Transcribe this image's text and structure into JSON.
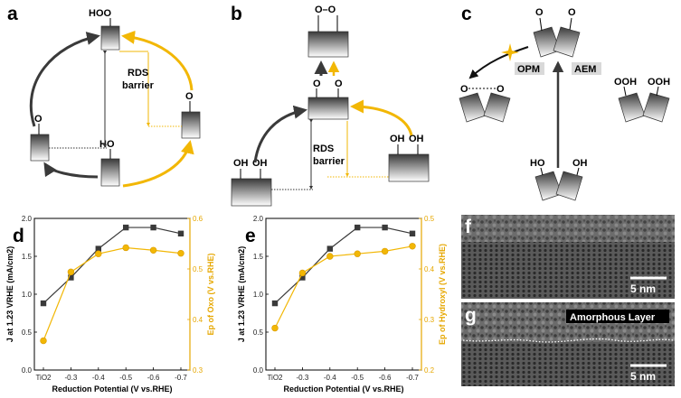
{
  "panels": {
    "a": {
      "label": "a",
      "top_label": "HOO",
      "right_label": "O",
      "left_label": "O",
      "bottom_label": "HO",
      "barrier": [
        "RDS",
        "barrier"
      ]
    },
    "b": {
      "label": "b",
      "top_label": "O–O",
      "mid_labels": [
        "O",
        "O"
      ],
      "left_labels": [
        "OH",
        "OH"
      ],
      "right_labels": [
        "OH",
        "OH"
      ],
      "barrier": [
        "RDS",
        "barrier"
      ]
    },
    "c": {
      "label": "c",
      "top_labels": [
        "O",
        "O"
      ],
      "opm": "OPM",
      "aem": "AEM",
      "left_labels": [
        "O",
        "O"
      ],
      "right_labels": [
        "OOH",
        "OOH"
      ],
      "bottom_labels": [
        "HO",
        "OH"
      ]
    },
    "d": {
      "label": "d",
      "y2label": "Ep of Oxo (V vs.RHE)"
    },
    "e": {
      "label": "e",
      "y2label": "Ep of Hydroxyl (V vs.RHE)"
    },
    "f": {
      "label": "f",
      "scale": "5 nm"
    },
    "g": {
      "label": "g",
      "scale": "5 nm",
      "annotation": "Amorphous Layer"
    }
  },
  "colors": {
    "dark": "#3a3a3a",
    "orange": "#f2b705"
  },
  "chart_data": [
    {
      "type": "line",
      "panel": "d",
      "categories": [
        "TiO2",
        "-0.3",
        "-0.4",
        "-0.5",
        "-0.6",
        "-0.7"
      ],
      "xlabel": "Reduction Potential (V vs.RHE)",
      "ylabel": "J at 1.23 VRHE (mA/cm2)",
      "y2label": "Ep of Oxo (V vs.RHE)",
      "ylim": [
        0.0,
        2.0
      ],
      "yticks": [
        "0.0",
        "0.5",
        "1.0",
        "1.5",
        "2.0"
      ],
      "y2lim": [
        0.3,
        0.6
      ],
      "y2ticks": [
        "0.3",
        "0.4",
        "0.5",
        "0.6"
      ],
      "series": [
        {
          "axis": "left",
          "color": "#3a3a3a",
          "marker": "square",
          "values": [
            0.88,
            1.22,
            1.6,
            1.88,
            1.88,
            1.8
          ]
        },
        {
          "axis": "right",
          "color": "#f2b705",
          "marker": "circle",
          "values": [
            0.358,
            0.494,
            0.53,
            0.542,
            0.537,
            0.531
          ]
        }
      ]
    },
    {
      "type": "line",
      "panel": "e",
      "categories": [
        "TiO2",
        "-0.3",
        "-0.4",
        "-0.5",
        "-0.6",
        "-0.7"
      ],
      "xlabel": "Reduction Potential (V vs.RHE)",
      "ylabel": "J at 1.23 VRHE (mA/cm2)",
      "y2label": "Ep of Hydroxyl (V vs.RHE)",
      "ylim": [
        0.0,
        2.0
      ],
      "yticks": [
        "0.0",
        "0.5",
        "1.0",
        "1.5",
        "2.0"
      ],
      "y2lim": [
        0.2,
        0.5
      ],
      "y2ticks": [
        "0.2",
        "0.3",
        "0.4",
        "0.5"
      ],
      "series": [
        {
          "axis": "left",
          "color": "#3a3a3a",
          "marker": "square",
          "values": [
            0.88,
            1.22,
            1.6,
            1.88,
            1.88,
            1.8
          ]
        },
        {
          "axis": "right",
          "color": "#f2b705",
          "marker": "circle",
          "values": [
            0.283,
            0.392,
            0.425,
            0.43,
            0.435,
            0.445
          ]
        }
      ]
    }
  ]
}
